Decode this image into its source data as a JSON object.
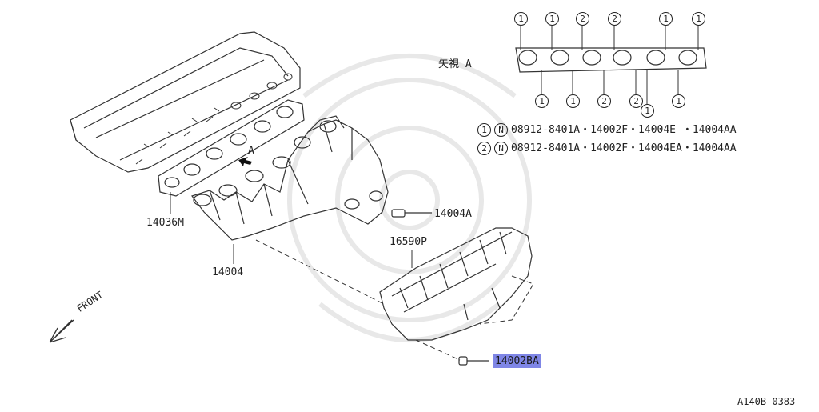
{
  "view_label": "矢視 A",
  "arrow_label": "A",
  "front_label": "FRONT",
  "diagram_code": "A140B 0383",
  "parts": {
    "cylinder_head_gasket": "14036M",
    "manifold": "14004",
    "stud": "14004A",
    "heat_shield": "16590P",
    "bolt": "14002BA"
  },
  "gasket_marks_top": [
    "1",
    "1",
    "2",
    "2",
    "1",
    "1"
  ],
  "gasket_marks_bottom": [
    "1",
    "1",
    "2",
    "2",
    "1",
    "1"
  ],
  "spec_rows": [
    {
      "num": "1",
      "n": "N",
      "text": "08912-8401A・14002F・14004E ・14004AA"
    },
    {
      "num": "2",
      "n": "N",
      "text": "08912-8401A・14002F・14004EA・14004AA"
    }
  ],
  "colors": {
    "line": "#333333",
    "highlight": "#7f86e6",
    "watermark": "#e6e6e6"
  }
}
